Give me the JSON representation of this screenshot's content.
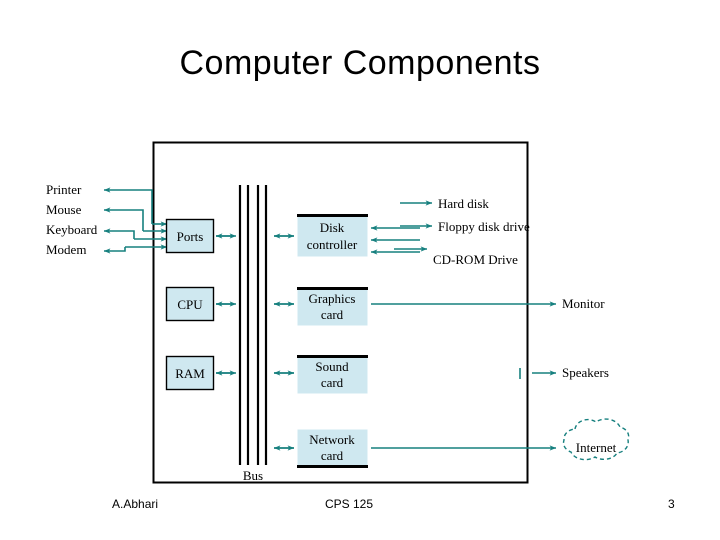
{
  "slide": {
    "title": "Computer Components",
    "footer": {
      "author": "A.Abhari",
      "course": "CPS 125",
      "page_number": "3"
    }
  },
  "colors": {
    "accent_teal": "#17807f",
    "box_fill": "#cfe8f0",
    "outline_black": "#000000",
    "background": "#ffffff"
  },
  "diagram": {
    "bus_label": "Bus",
    "internal_boxes": [
      {
        "id": "ports",
        "label_line1": "Ports",
        "label_line2": ""
      },
      {
        "id": "cpu",
        "label_line1": "CPU",
        "label_line2": ""
      },
      {
        "id": "ram",
        "label_line1": "RAM",
        "label_line2": ""
      },
      {
        "id": "disk-controller",
        "label_line1": "Disk",
        "label_line2": "controller"
      },
      {
        "id": "graphics-card",
        "label_line1": "Graphics",
        "label_line2": "card"
      },
      {
        "id": "sound-card",
        "label_line1": "Sound",
        "label_line2": "card"
      },
      {
        "id": "network-card",
        "label_line1": "Network",
        "label_line2": "card"
      }
    ],
    "left_peripherals": [
      {
        "id": "printer",
        "label": "Printer"
      },
      {
        "id": "mouse",
        "label": "Mouse"
      },
      {
        "id": "keyboard",
        "label": "Keyboard"
      },
      {
        "id": "modem",
        "label": "Modem"
      }
    ],
    "right_peripherals": [
      {
        "id": "hard-disk",
        "label": "Hard disk"
      },
      {
        "id": "floppy-disk-drive",
        "label": "Floppy disk drive"
      },
      {
        "id": "cd-rom-drive",
        "label": "CD-ROM Drive"
      },
      {
        "id": "monitor",
        "label": "Monitor"
      },
      {
        "id": "speakers",
        "label": "Speakers"
      },
      {
        "id": "internet",
        "label": "Internet"
      }
    ]
  }
}
